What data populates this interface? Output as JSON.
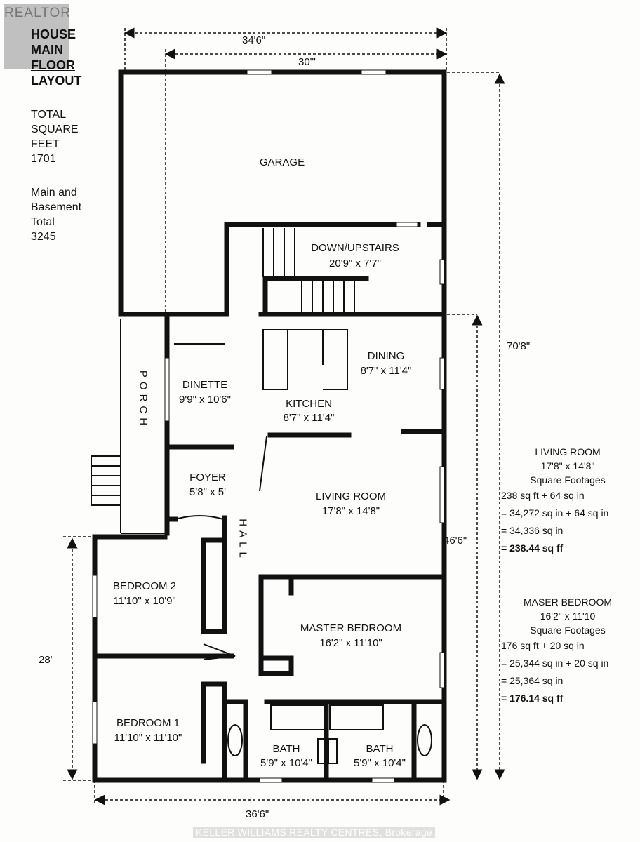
{
  "watermark_logo": "REALTOR",
  "title_lines": [
    "HOUSE",
    "MAIN",
    "FLOOR",
    "LAYOUT"
  ],
  "total_lines": [
    "TOTAL",
    "SQUARE",
    "FEET",
    "1701"
  ],
  "combined_lines": [
    "Main and",
    "Basement",
    "Total",
    "3245"
  ],
  "dimensions": {
    "top_outer": "34'6\"",
    "top_inner": "30'\"",
    "right_total": "70'8\"",
    "right_house": "46'6\"",
    "left_bedrooms": "28'",
    "bottom": "36'6\""
  },
  "rooms": {
    "garage": {
      "name": "GARAGE"
    },
    "stairs": {
      "name": "DOWN/UPSTAIRS",
      "size": "20'9\" x 7'7\""
    },
    "dining": {
      "name": "DINING",
      "size": "8'7\" x 11'4\""
    },
    "dinette": {
      "name": "DINETTE",
      "size": "9'9\" x 10'6\""
    },
    "kitchen": {
      "name": "KITCHEN",
      "size": "8'7\" x 11'4\""
    },
    "porch": {
      "name": "PORCH"
    },
    "foyer": {
      "name": "FOYER",
      "size": "5'8\" x 5'"
    },
    "living": {
      "name": "LIVING ROOM",
      "size": "17'8\" x 14'8\""
    },
    "hall": {
      "name": "HALL"
    },
    "bedroom2": {
      "name": "BEDROOM 2",
      "size": "11'10\" x 10'9\""
    },
    "master": {
      "name": "MASTER BEDROOM",
      "size": "16'2\" x 11'10\""
    },
    "bedroom1": {
      "name": "BEDROOM 1",
      "size": "11'10\" x 11'10\""
    },
    "bath1": {
      "name": "BATH",
      "size": "5'9\" x 10'4\""
    },
    "bath2": {
      "name": "BATH",
      "size": "5'9\" x 10'4\""
    }
  },
  "living_calc": {
    "heading": "LIVING ROOM",
    "size": "17'8\" x 14'8\"",
    "label": "Square Footages",
    "lines": [
      "238 sq ft + 64 sq in",
      "= 34,272 sq in + 64 sq in",
      "= 34,336 sq in"
    ],
    "result": "= 238.44 sq ff"
  },
  "master_calc": {
    "heading": "MASER BEDROOM",
    "size": "16'2\" x 11'10",
    "label": "Square Footages",
    "lines": [
      "176 sq ft + 20 sq in",
      "= 25,344 sq in + 20 sq in",
      "= 25,364 sq in"
    ],
    "result": "= 176.14 sq ff"
  },
  "footer_watermark": "KELLER WILLIAMS REALTY CENTRES, Brokerage"
}
